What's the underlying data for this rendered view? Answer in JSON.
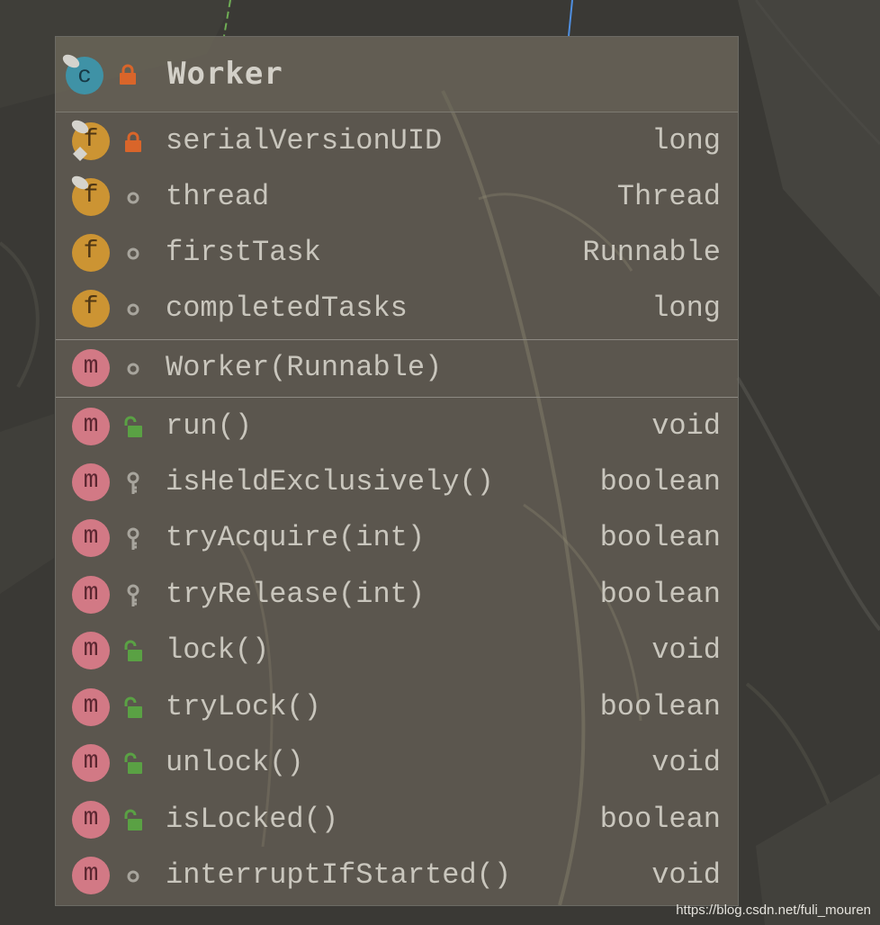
{
  "diagram": {
    "class": {
      "icon": "class-icon",
      "icon_letter": "c",
      "visibility": "private",
      "name": "Worker"
    },
    "fields": [
      {
        "name": "serialVersionUID",
        "type": "long",
        "visibility": "private",
        "static_final": true
      },
      {
        "name": "thread",
        "type": "Thread",
        "visibility": "package-private",
        "static_final": false,
        "final": true
      },
      {
        "name": "firstTask",
        "type": "Runnable",
        "visibility": "package-private",
        "static_final": false
      },
      {
        "name": "completedTasks",
        "type": "long",
        "visibility": "package-private",
        "static_final": false
      }
    ],
    "constructors": [
      {
        "name": "Worker(Runnable)",
        "type": "",
        "visibility": "package-private"
      }
    ],
    "methods": [
      {
        "name": "run()",
        "type": "void",
        "visibility": "public"
      },
      {
        "name": "isHeldExclusively()",
        "type": "boolean",
        "visibility": "protected"
      },
      {
        "name": "tryAcquire(int)",
        "type": "boolean",
        "visibility": "protected"
      },
      {
        "name": "tryRelease(int)",
        "type": "boolean",
        "visibility": "protected"
      },
      {
        "name": "lock()",
        "type": "void",
        "visibility": "public"
      },
      {
        "name": "tryLock()",
        "type": "boolean",
        "visibility": "public"
      },
      {
        "name": "unlock()",
        "type": "void",
        "visibility": "public"
      },
      {
        "name": "isLocked()",
        "type": "boolean",
        "visibility": "public"
      },
      {
        "name": "interruptIfStarted()",
        "type": "void",
        "visibility": "package-private"
      }
    ],
    "badge_letters": {
      "field": "f",
      "method": "m"
    },
    "colors": {
      "class_badge": "#3f92a6",
      "field_badge": "#cc9433",
      "method_badge": "#d27985",
      "private_lock": "#d9652a",
      "public_lock": "#5aa144",
      "protected_key": "#a8a59d",
      "package_dot": "#a8a59d",
      "connector_green": "#6fae55",
      "connector_blue": "#4f8fe0"
    }
  },
  "watermark": "https://blog.csdn.net/fuli_mouren"
}
